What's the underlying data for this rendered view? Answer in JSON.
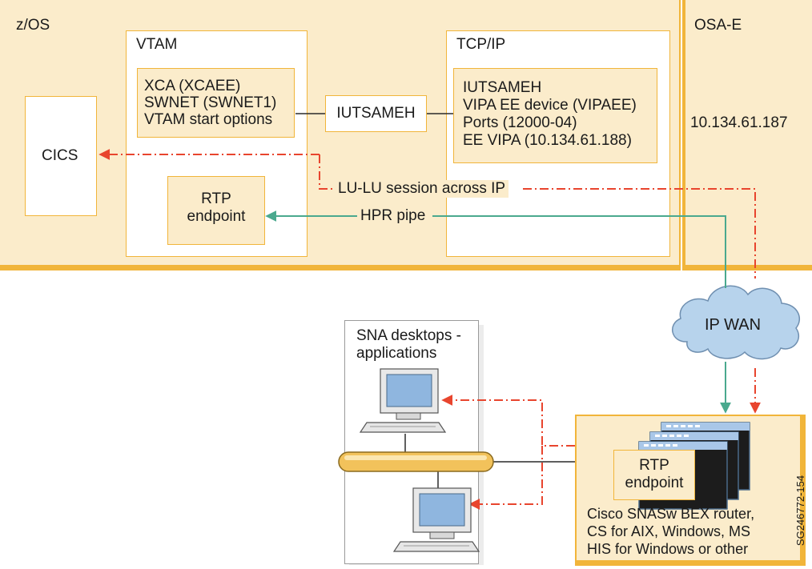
{
  "colors": {
    "panel_fill": "#fbeccb",
    "panel_border": "#f1b53a",
    "session_line": "#e8452e",
    "hpr_line": "#4aa98e",
    "cloud_fill": "#b7d3ec",
    "screen_fill": "#8fb6df"
  },
  "zos": {
    "title": "z/OS",
    "vtam": {
      "title": "VTAM",
      "config_lines": [
        "XCA (XCAEE)",
        "SWNET (SWNET1)",
        "VTAM start options"
      ],
      "rtp_lines": [
        "RTP",
        "endpoint"
      ]
    },
    "iutsameh_link": "IUTSAMEH",
    "tcpip": {
      "title": "TCP/IP",
      "config_lines": [
        "IUTSAMEH",
        "VIPA EE device (VIPAEE)",
        "Ports (12000-04)",
        "EE VIPA (10.134.61.188)"
      ]
    },
    "cics": "CICS"
  },
  "osa": {
    "title": "OSA-E",
    "ip": "10.134.61.187"
  },
  "connections": {
    "session": "LU-LU session across IP",
    "hpr": "HPR pipe"
  },
  "wan": {
    "label": "IP WAN",
    "icon": "cloud-icon"
  },
  "desktops": {
    "title_lines": [
      "SNA desktops -",
      "applications"
    ],
    "icons": [
      "desktop-computer-icon",
      "desktop-computer-icon",
      "lan-bus-icon"
    ]
  },
  "router": {
    "rtp_lines": [
      "RTP",
      "endpoint"
    ],
    "caption_lines": [
      "Cisco SNASw BEX router,",
      "CS for AIX, Windows, MS",
      "HIS for Windows or other"
    ],
    "icon": "application-windows-icon"
  },
  "figure_id": "SG246772-154"
}
